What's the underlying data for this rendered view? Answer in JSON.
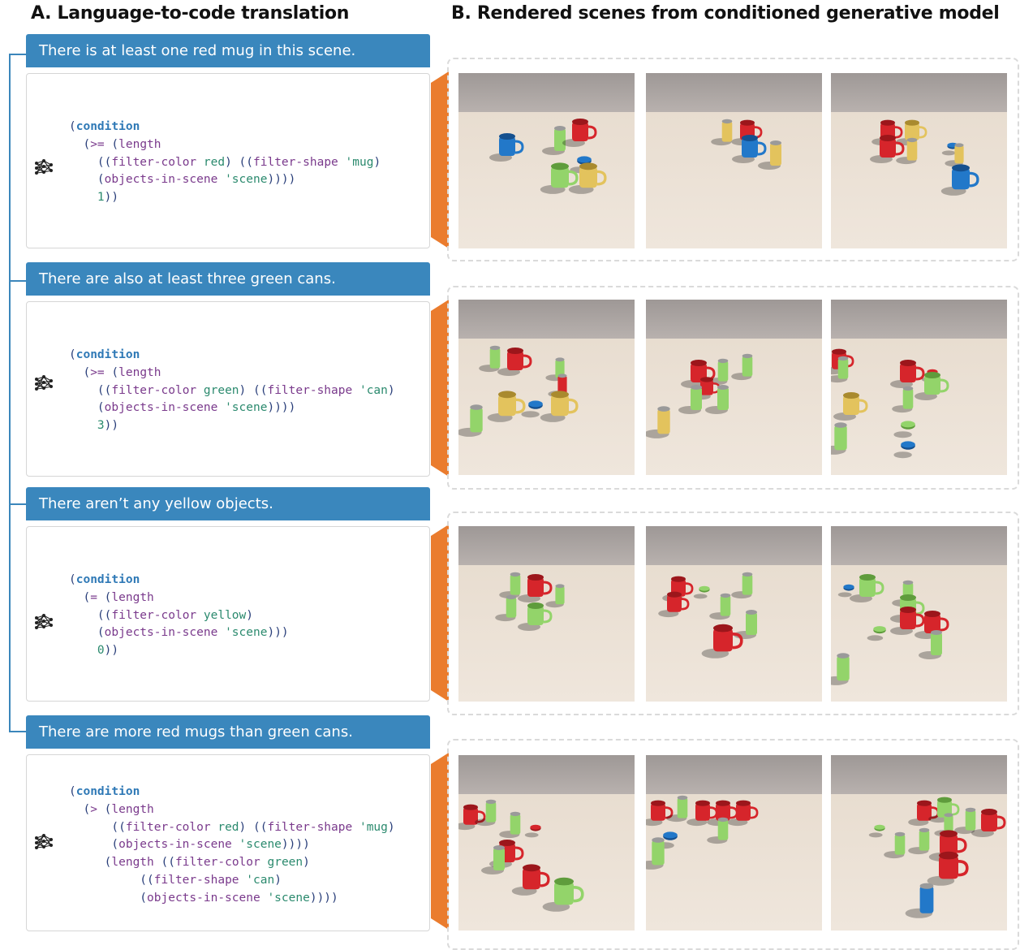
{
  "header": {
    "left": "A. Language-to-code translation",
    "right": "B. Rendered scenes from conditioned generative model"
  },
  "colors": {
    "banner": "#3a87bd",
    "arrow": "#ea7c2e",
    "bracket": "#3b86bb"
  },
  "rows": [
    {
      "sentence": "There is at least one red mug in this scene.",
      "icon": "neural-network-icon",
      "scenes": [
        "scene-1a",
        "scene-1b",
        "scene-1c"
      ]
    },
    {
      "sentence": "There are also at least three green cans.",
      "icon": "neural-network-icon",
      "scenes": [
        "scene-2a",
        "scene-2b",
        "scene-2c"
      ]
    },
    {
      "sentence": "There aren’t any yellow objects.",
      "icon": "neural-network-icon",
      "scenes": [
        "scene-3a",
        "scene-3b",
        "scene-3c"
      ]
    },
    {
      "sentence": "There are more red mugs than green cans.",
      "icon": "neural-network-icon",
      "scenes": [
        "scene-4a",
        "scene-4b",
        "scene-4c"
      ]
    }
  ],
  "code": {
    "condition": "condition",
    "length": "length",
    "filter_color": "filter-color",
    "filter_shape": "filter-shape",
    "objects_in_scene": "objects-in-scene",
    "scene_arg": "'scene",
    "red": "red",
    "green": "green",
    "yellow": "yellow",
    "mug": "'mug",
    "can": "'can",
    "op_ge": ">=",
    "op_eq": "=",
    "op_gt": ">",
    "n1": "1",
    "n3": "3",
    "n0": "0"
  }
}
